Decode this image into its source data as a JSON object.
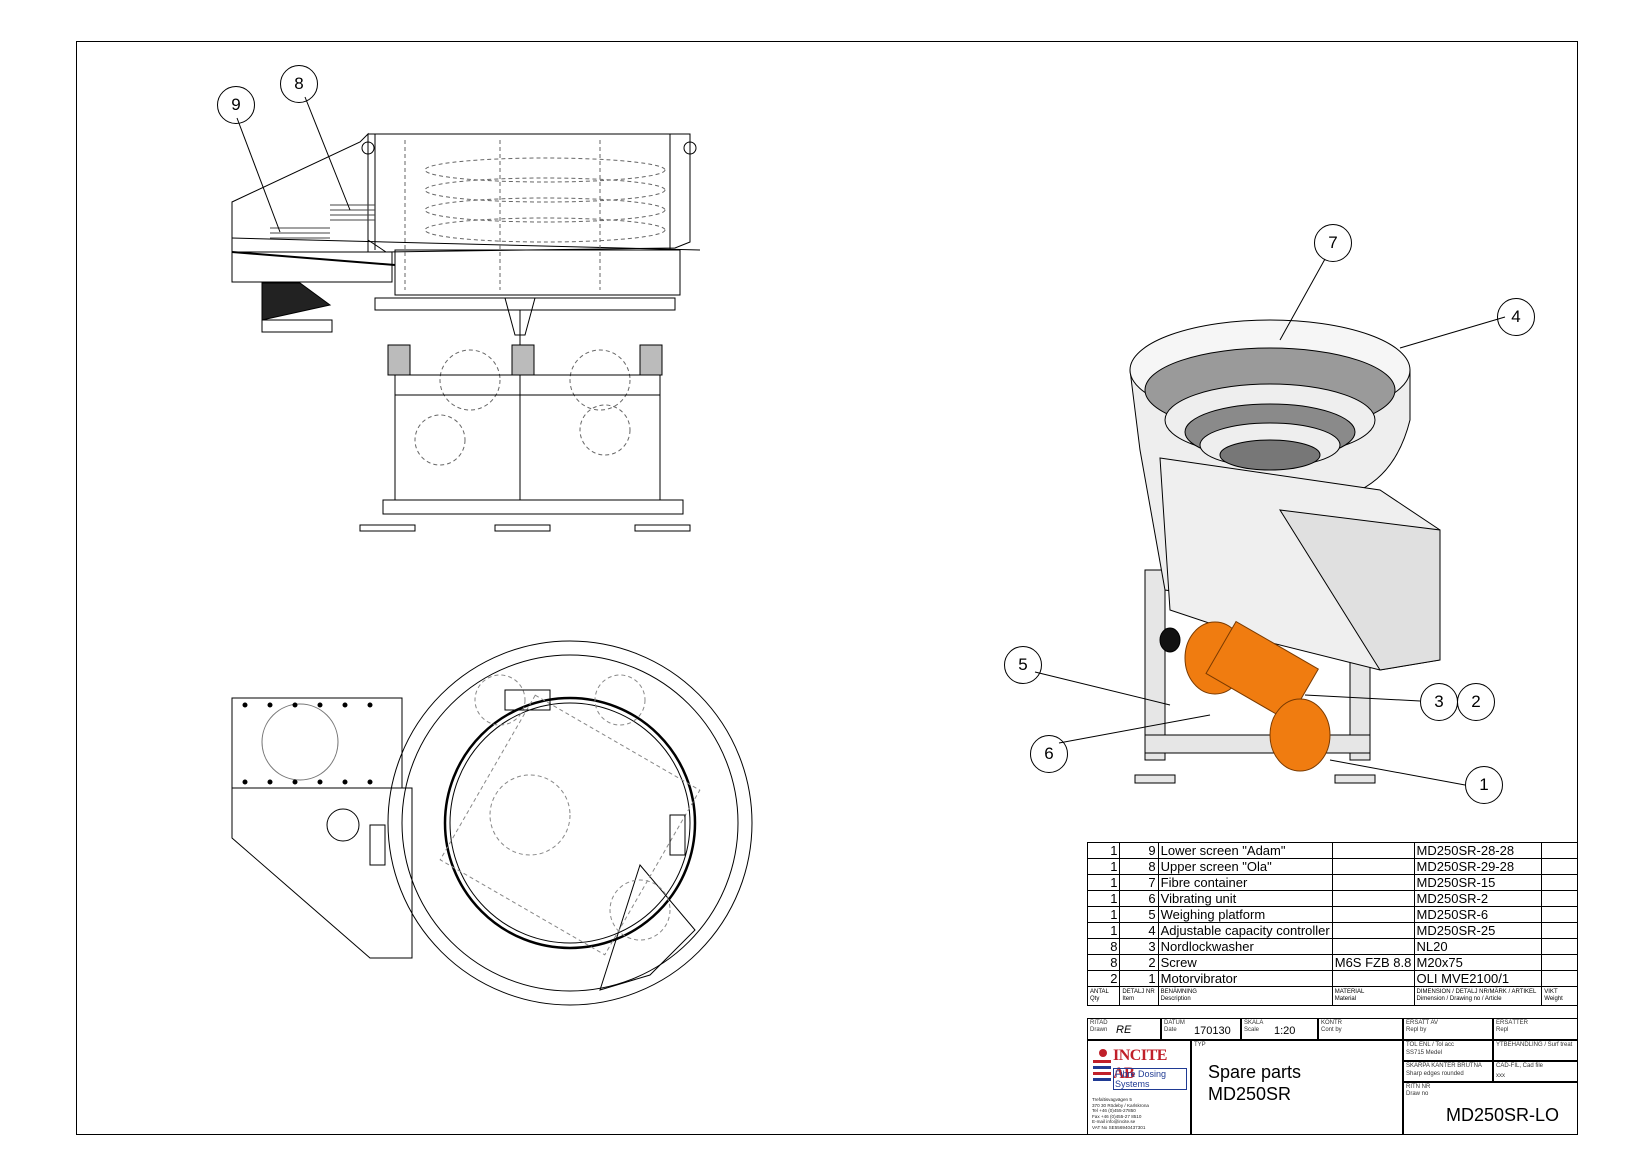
{
  "balloons": [
    "1",
    "2",
    "3",
    "4",
    "5",
    "6",
    "7",
    "8",
    "9"
  ],
  "parts_list": [
    {
      "qty": "1",
      "item": "9",
      "description": "Lower screen \"Adam\"",
      "material": "",
      "article": "MD250SR-28-28"
    },
    {
      "qty": "1",
      "item": "8",
      "description": "Upper screen \"Ola\"",
      "material": "",
      "article": "MD250SR-29-28"
    },
    {
      "qty": "1",
      "item": "7",
      "description": "Fibre container",
      "material": "",
      "article": "MD250SR-15"
    },
    {
      "qty": "1",
      "item": "6",
      "description": "Vibrating unit",
      "material": "",
      "article": "MD250SR-2"
    },
    {
      "qty": "1",
      "item": "5",
      "description": "Weighing platform",
      "material": "",
      "article": "MD250SR-6"
    },
    {
      "qty": "1",
      "item": "4",
      "description": "Adjustable capacity controller",
      "material": "",
      "article": "MD250SR-25"
    },
    {
      "qty": "8",
      "item": "3",
      "description": "Nordlockwasher",
      "material": "",
      "article": "NL20"
    },
    {
      "qty": "8",
      "item": "2",
      "description": "Screw",
      "material": "M6S FZB 8.8",
      "article": "M20x75"
    },
    {
      "qty": "2",
      "item": "1",
      "description": "Motorvibrator",
      "material": "",
      "article": "OLI MVE2100/1"
    }
  ],
  "headers": {
    "qty": "ANTAL\nQty",
    "item": "DETALJ NR\nItem",
    "description": "BENÄMNING\nDescription",
    "material": "MATERIAL\nMaterial",
    "article": "DIMENSION / DETALJ NR/MÄRK / ARTIKEL\nDimension / Drawing no / Article",
    "weight": "VIKT\nWeight"
  },
  "title_block": {
    "drawn_label": "RITAD\nDrawn",
    "drawn_value": "RE",
    "date_label": "DATUM\nDate",
    "date_value": "170130",
    "scale_label": "SKALA\nScale",
    "scale_value": "1:20",
    "checked_label": "KONTR\nCont by",
    "replaces_label": "ERSATT AV\nRepl by",
    "replaced_label": "ERSÄTTER\nRepl",
    "type_label": "TYP",
    "title_line1": "Spare parts",
    "title_line2": "MD250SR",
    "tolerance_label": "TOL ENL / Tol acc",
    "tolerance_value": "SS715 Medel",
    "surface_label": "YTBEHANDLING / Surf treat",
    "edges_label": "SKARPA KANTER BRUTNA",
    "edges_value": "Sharp edges rounded",
    "cad_label": "CAD-FIL, Cad file",
    "cad_value": "xxx",
    "drawing_no_label": "RITN NR\nDraw no",
    "drawing_no": "MD250SR-LO",
    "company_name": "INCITE AB",
    "company_tagline": "Fibre Dosing Systems",
    "company_address": [
      "Trefaltisvagvägen 5",
      "370 30 Rödeby / Karlskrona",
      "Tel +46 (0)455-27850",
      "Fax +46 (0)455-27 8510",
      "E-mail info@incite.se",
      "VAT No SE556940437301"
    ]
  },
  "colors": {
    "motor": "#f07c10",
    "line": "#000000",
    "shade": "#d9d9d9",
    "logo_red": "#c0202a",
    "logo_blue": "#1f3a93"
  }
}
